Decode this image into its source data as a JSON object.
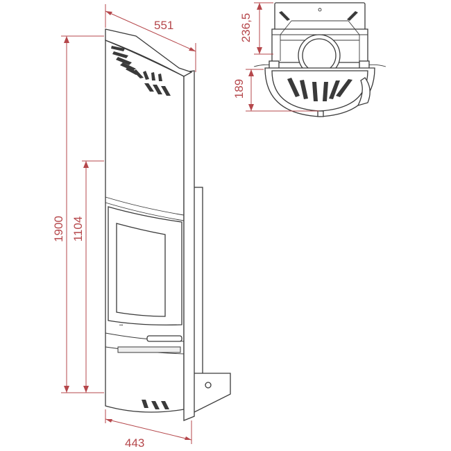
{
  "drawing": {
    "dimensions": {
      "top_width": "551",
      "bottom_width": "443",
      "total_height": "1900",
      "door_height": "1104",
      "plan_depth_top": "236,5",
      "plan_depth_bottom": "189"
    },
    "colors": {
      "dimension": "#b5474b",
      "outline": "#3a3a3a",
      "background": "#ffffff"
    }
  }
}
